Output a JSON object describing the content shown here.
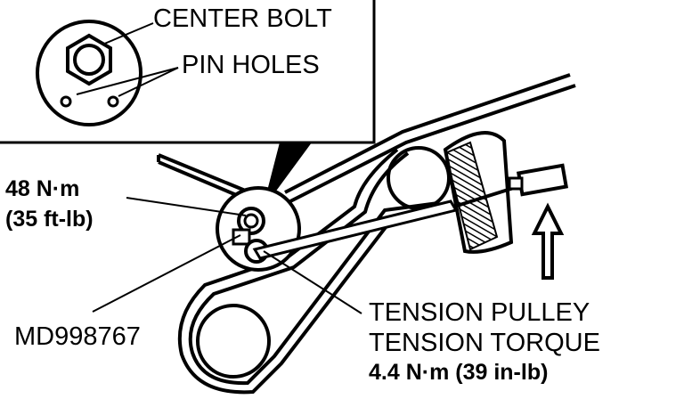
{
  "inset": {
    "center_bolt_label": "CENTER BOLT",
    "pin_holes_label": "PIN HOLES"
  },
  "labels": {
    "torque_nm": "48 N·m",
    "torque_ftlb": "(35 ft-lb)",
    "tool_number": "MD998767",
    "tension_line1": "TENSION PULLEY",
    "tension_line2": "TENSION TORQUE",
    "tension_value": "4.4 N·m (39 in-lb)"
  },
  "colors": {
    "ink": "#000000",
    "paper": "#ffffff"
  }
}
